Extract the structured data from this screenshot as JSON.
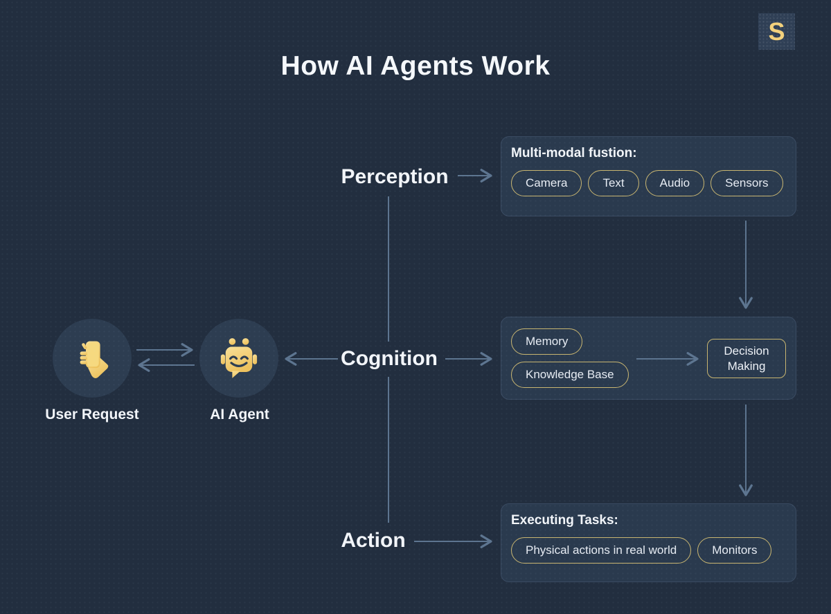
{
  "title": "How AI Agents Work",
  "logo": {
    "letter": "S"
  },
  "actors": {
    "user": {
      "label": "User Request",
      "icon": "hand-holding-phone-icon"
    },
    "agent": {
      "label": "AI Agent",
      "icon": "robot-icon"
    }
  },
  "stages": {
    "perception": {
      "label": "Perception"
    },
    "cognition": {
      "label": "Cognition"
    },
    "action": {
      "label": "Action"
    }
  },
  "panels": {
    "perception": {
      "heading": "Multi-modal fustion:",
      "pills": [
        "Camera",
        "Text",
        "Audio",
        "Sensors"
      ]
    },
    "cognition": {
      "pills": [
        "Memory",
        "Knowledge Base"
      ],
      "decision": "Decision Making"
    },
    "action": {
      "heading": "Executing Tasks:",
      "pills": [
        "Physical actions in real world",
        "Monitors"
      ]
    }
  },
  "colors": {
    "background": "#222e3f",
    "panel": "#2a3a4e",
    "node_circle": "#2d3d51",
    "gold_border": "#c9b671",
    "icon_gold": "#f2cf6f",
    "logo_letter": "#f3d17c",
    "arrow": "#5d7590",
    "text": "#f2f5f9"
  }
}
